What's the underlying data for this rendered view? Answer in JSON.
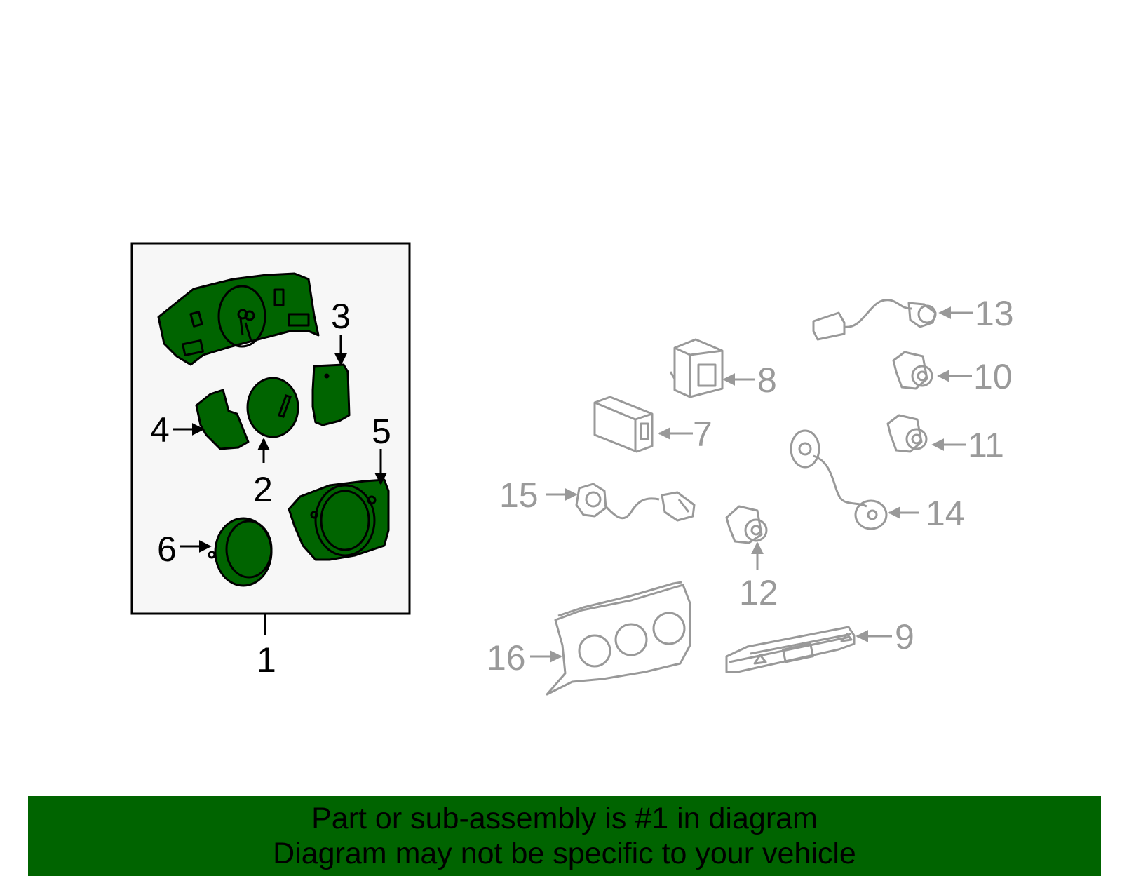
{
  "diagram": {
    "colors": {
      "part_fill": "#006400",
      "part_stroke": "#000000",
      "other_stroke": "#999999",
      "box_fill": "#f7f7f7"
    },
    "callouts": [
      {
        "id": "1",
        "label": "1"
      },
      {
        "id": "2",
        "label": "2"
      },
      {
        "id": "3",
        "label": "3"
      },
      {
        "id": "4",
        "label": "4"
      },
      {
        "id": "5",
        "label": "5"
      },
      {
        "id": "6",
        "label": "6"
      },
      {
        "id": "7",
        "label": "7"
      },
      {
        "id": "8",
        "label": "8"
      },
      {
        "id": "9",
        "label": "9"
      },
      {
        "id": "10",
        "label": "10"
      },
      {
        "id": "11",
        "label": "11"
      },
      {
        "id": "12",
        "label": "12"
      },
      {
        "id": "13",
        "label": "13"
      },
      {
        "id": "14",
        "label": "14"
      },
      {
        "id": "15",
        "label": "15"
      },
      {
        "id": "16",
        "label": "16"
      }
    ]
  },
  "banner": {
    "line1": "Part or sub-assembly is #1 in diagram",
    "line2": "Diagram may not be specific to your vehicle"
  }
}
